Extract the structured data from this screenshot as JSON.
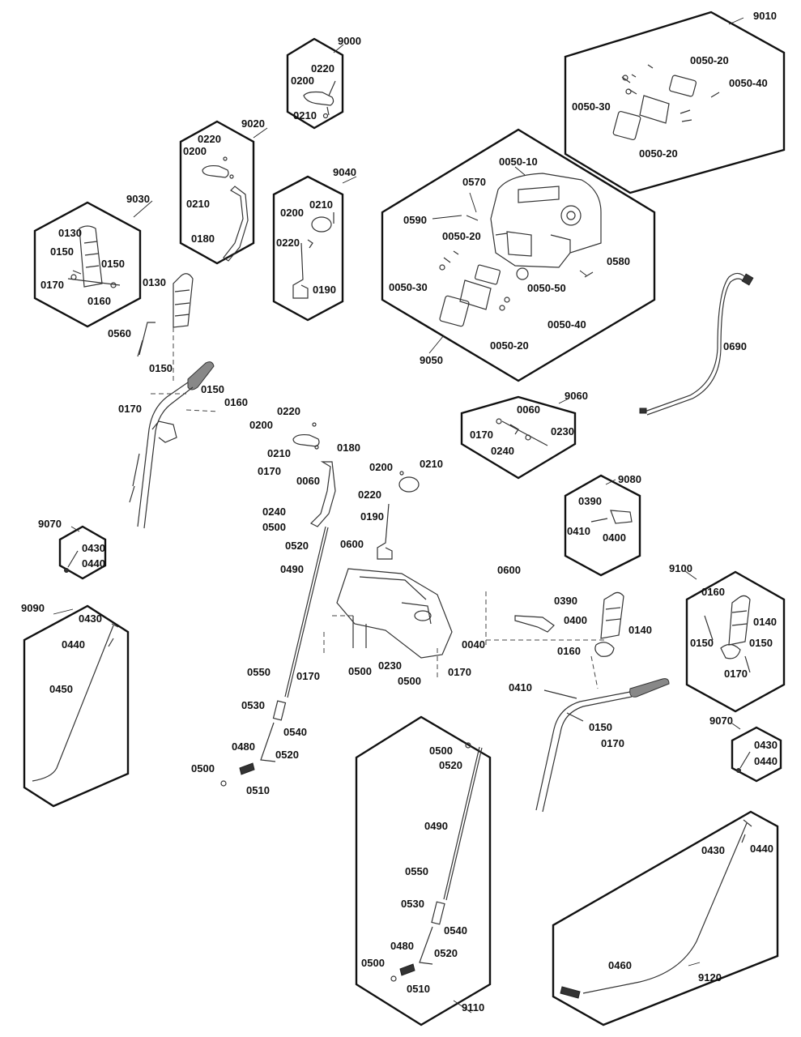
{
  "diagram": {
    "groups": [
      {
        "id": "9000",
        "parts": [
          "0220",
          "0200",
          "0210"
        ]
      },
      {
        "id": "9010",
        "parts": [
          "0050-20",
          "0050-40",
          "0050-30",
          "0050-20"
        ]
      },
      {
        "id": "9020",
        "parts": [
          "0220",
          "0200",
          "0210",
          "0180"
        ]
      },
      {
        "id": "9030",
        "parts": [
          "0130",
          "0150",
          "0150",
          "0170",
          "0160"
        ]
      },
      {
        "id": "9040",
        "parts": [
          "0210",
          "0200",
          "0220",
          "0190"
        ]
      },
      {
        "id": "9050",
        "parts": [
          "0050-10",
          "0570",
          "0590",
          "0050-20",
          "0580",
          "0050-30",
          "0050-50",
          "0050-40",
          "0050-20"
        ]
      },
      {
        "id": "9060",
        "parts": [
          "0060",
          "0170",
          "0230",
          "0240"
        ]
      },
      {
        "id": "9070",
        "parts": [
          "0430",
          "0440"
        ]
      },
      {
        "id": "9080",
        "parts": [
          "0390",
          "0410",
          "0400"
        ]
      },
      {
        "id": "9090",
        "parts": [
          "0430",
          "0440",
          "0450"
        ]
      },
      {
        "id": "9100",
        "parts": [
          "0160",
          "0140",
          "0150",
          "0150",
          "0170"
        ]
      },
      {
        "id": "9070",
        "parts": [
          "0430",
          "0440"
        ]
      },
      {
        "id": "9110",
        "parts": [
          "0500",
          "0520",
          "0490",
          "0550",
          "0530",
          "0540",
          "0480",
          "0520",
          "0500",
          "0510"
        ]
      },
      {
        "id": "9120",
        "parts": [
          "0430",
          "0440",
          "0460"
        ]
      }
    ],
    "loose_parts": [
      "0130",
      "0560",
      "0150",
      "0150",
      "0170",
      "0160",
      "0690",
      "0220",
      "0200",
      "0210",
      "0180",
      "0170",
      "0060",
      "0240",
      "0500",
      "0520",
      "0490",
      "0200",
      "0210",
      "0220",
      "0190",
      "0600",
      "0600",
      "0040",
      "0230",
      "0500",
      "0170",
      "0500",
      "0170",
      "0390",
      "0400",
      "0140",
      "0160",
      "0410",
      "0150",
      "0170",
      "0550",
      "0530",
      "0540",
      "0480",
      "0520",
      "0500",
      "0510"
    ]
  }
}
